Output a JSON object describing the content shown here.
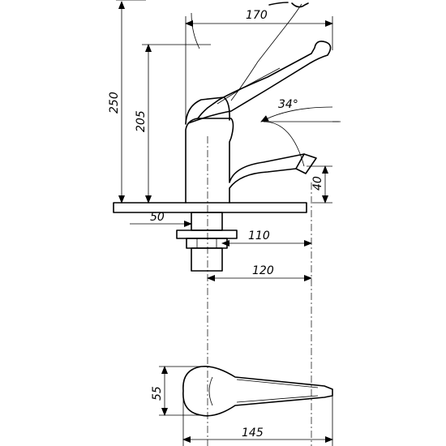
{
  "dimensions": {
    "overall_width": "170",
    "overall_height": "250",
    "body_height": "205",
    "handle_angle": "34°",
    "spout_offset": "40",
    "base_diameter": "50",
    "shank_length": "110",
    "spout_reach": "120",
    "handle_width": "55",
    "overall_length": "145"
  },
  "colors": {
    "line": "#000000",
    "background": "#ffffff"
  }
}
